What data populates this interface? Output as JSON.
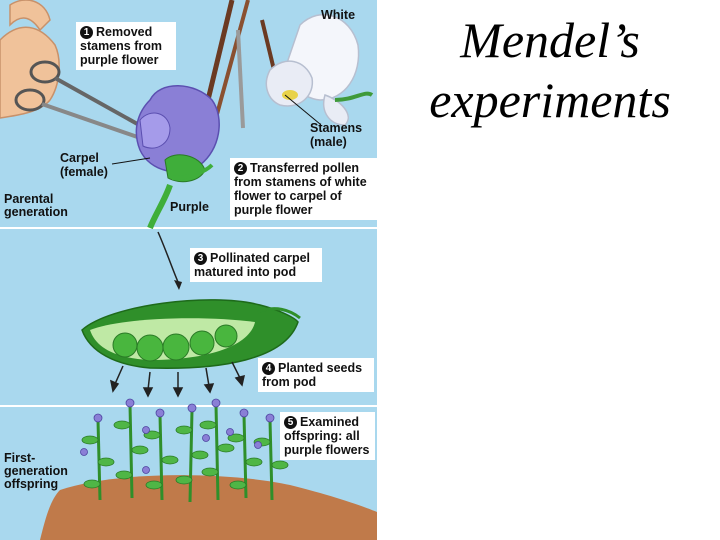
{
  "slide": {
    "title_line1": "Mendel’s",
    "title_line2": "experiments"
  },
  "figure": {
    "step1": {
      "number": "1",
      "text": "Removed stamens from purple flower"
    },
    "step2": {
      "number": "2",
      "text": "Transferred pollen from stamens of white flower to carpel of purple flower"
    },
    "step3": {
      "number": "3",
      "text": "Pollinated carpel matured into pod"
    },
    "step4": {
      "number": "4",
      "text": "Planted seeds from pod"
    },
    "step5": {
      "number": "5",
      "text": "Examined offspring: all purple flowers"
    },
    "labels": {
      "white": "White",
      "purple": "Purple",
      "carpel": "Carpel (female)",
      "stamens": "Stamens (male)",
      "parental": "Parental generation",
      "first_gen": "First-generation offspring"
    },
    "colors": {
      "background": "#a9d8ee",
      "purple_flower": "#8a7fd6",
      "white_flower": "#f4f6fb",
      "pod": "#3fae3a",
      "soil": "#c07a4a"
    }
  }
}
